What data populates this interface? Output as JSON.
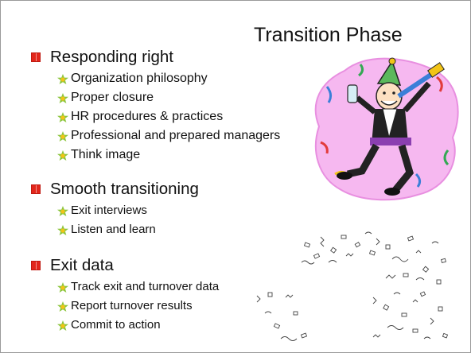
{
  "slide": {
    "title": "Transition Phase",
    "sections": [
      {
        "heading": "Responding right",
        "items": [
          "Organization philosophy",
          "Proper closure",
          "HR procedures & practices",
          "Professional and prepared managers",
          "Think image"
        ]
      },
      {
        "heading": "Smooth transitioning",
        "items": [
          "Exit interviews",
          "Listen and learn"
        ]
      },
      {
        "heading": "Exit data",
        "items": [
          "Track exit and turnover data",
          "Report turnover results",
          "Commit to action"
        ]
      }
    ]
  },
  "colors": {
    "bullet_red": "#e2271c",
    "star_green": "#8dc63f",
    "star_yellow": "#f2c417",
    "cloud_pink": "#f6b8f0"
  },
  "icons": {
    "level1_bullet": "red-square-icon",
    "level2_bullet": "green-star-icon",
    "illustration": "party-man-clipart",
    "confetti": "confetti-clipart"
  }
}
